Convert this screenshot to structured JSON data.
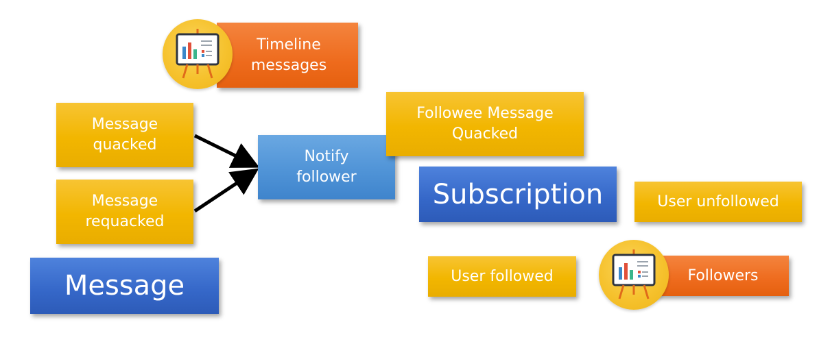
{
  "nodes": {
    "timeline_messages": "Timeline messages",
    "message_quacked": "Message quacked",
    "message_requacked": "Message requacked",
    "notify_follower": "Notify follower",
    "followee_message_quacked": "Followee Message Quacked",
    "subscription": "Subscription",
    "user_unfollowed": "User unfollowed",
    "message": "Message",
    "user_followed": "User followed",
    "followers": "Followers"
  },
  "icons": {
    "timeline_badge": "presentation-chart-icon",
    "followers_badge": "presentation-chart-icon"
  },
  "colors": {
    "event": "#f2b600",
    "command": "#4e92d6",
    "aggregate": "#3567c8",
    "read_model": "#ee6b1d",
    "badge": "#f6c22e",
    "arrow": "#000000"
  }
}
